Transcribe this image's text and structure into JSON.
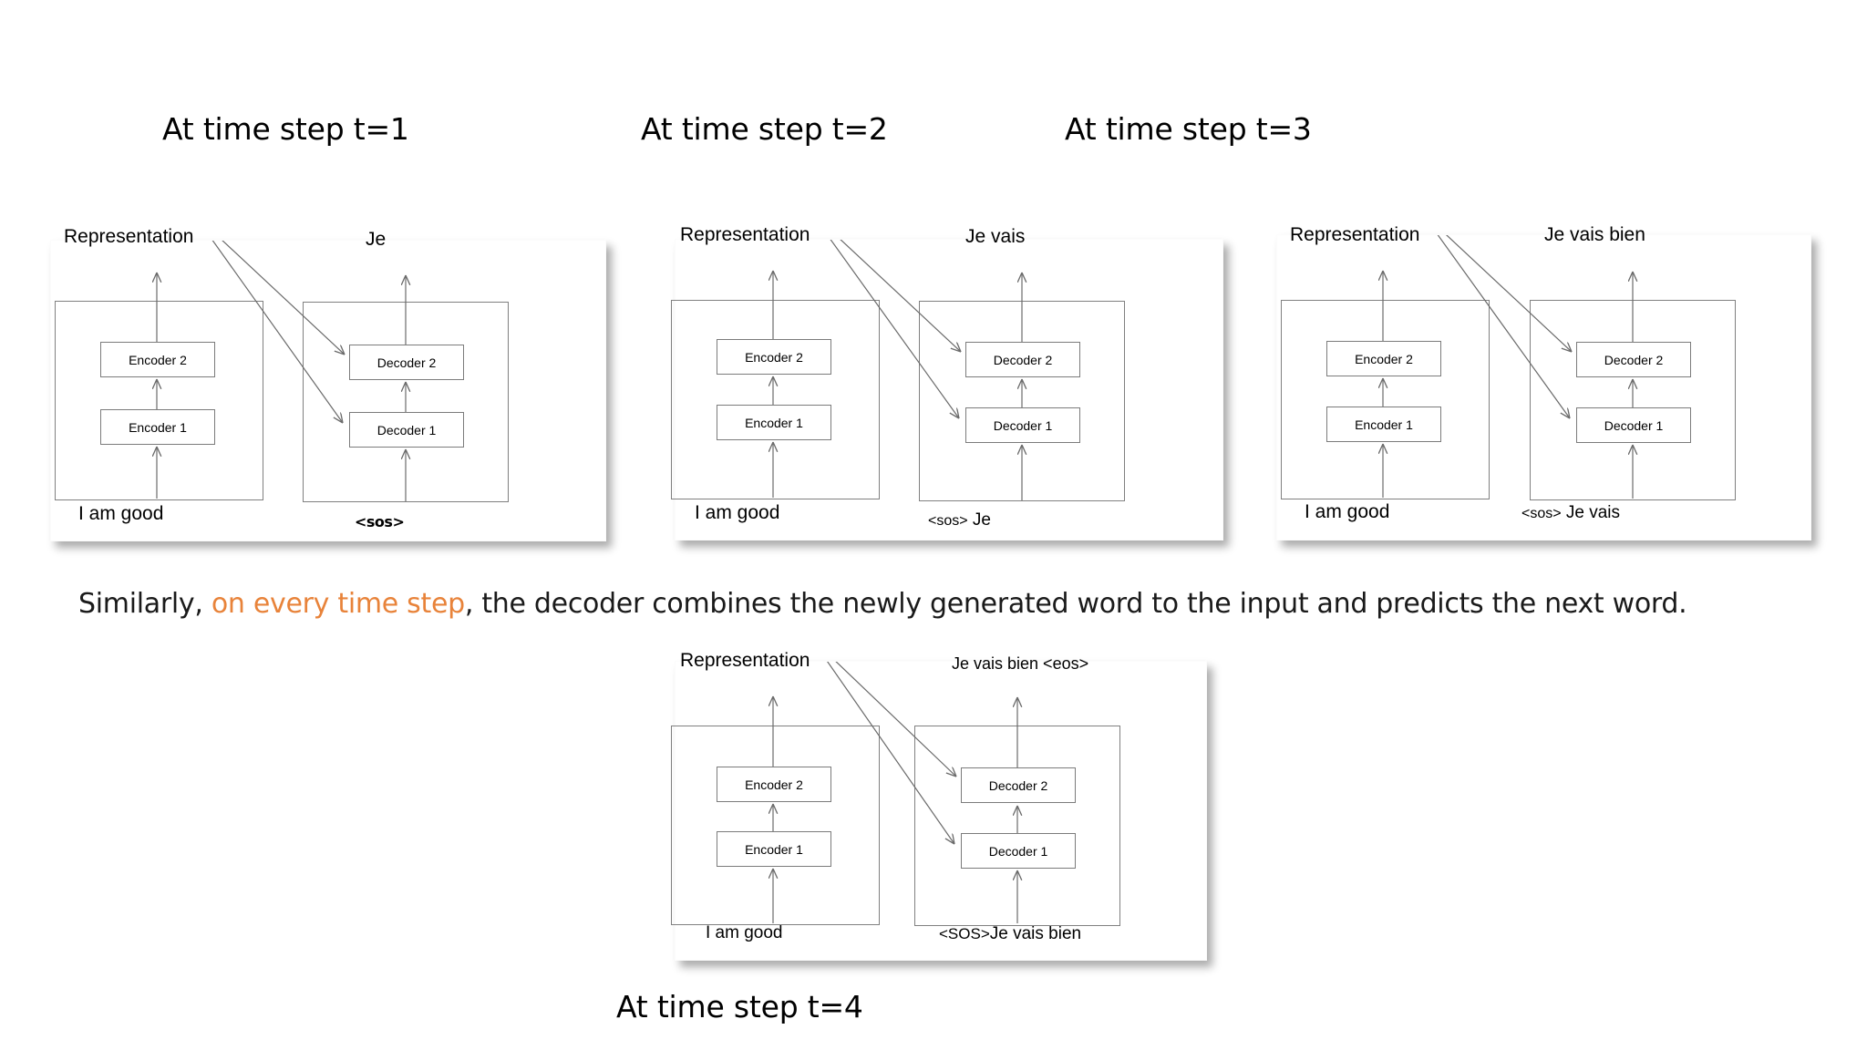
{
  "slide": {
    "caption": {
      "lead": "Similarly, ",
      "highlight": "on every time step",
      "rest": ", the decoder combines the newly generated word to the input and predicts the next word.",
      "highlight_color": "#E8833A"
    },
    "labels": {
      "representation": "Representation",
      "encoder_2": "Encoder 2",
      "encoder_1": "Encoder 1",
      "decoder_2": "Decoder 2",
      "decoder_1": "Decoder 1",
      "source_sentence": "I am good",
      "sos_token": "<sos>"
    },
    "panels": [
      {
        "id": "t1",
        "title": "At time step t=1",
        "title_position": "above",
        "encoder_input": "I am good",
        "encoder_output": "Representation",
        "decoder_output": "Je",
        "decoder_input_sos": "<sos>",
        "decoder_input_words": "",
        "encoder_layers": [
          "Encoder 1",
          "Encoder 2"
        ],
        "decoder_layers": [
          "Decoder 1",
          "Decoder 2"
        ]
      },
      {
        "id": "t2",
        "title": "At time step t=2",
        "title_position": "above",
        "encoder_input": "I am good",
        "encoder_output": "Representation",
        "decoder_output": "Je vais",
        "decoder_input_sos": "<sos>",
        "decoder_input_words": " Je",
        "encoder_layers": [
          "Encoder 1",
          "Encoder 2"
        ],
        "decoder_layers": [
          "Decoder 1",
          "Decoder 2"
        ]
      },
      {
        "id": "t3",
        "title": "At time step t=3",
        "title_position": "above",
        "encoder_input": "I am good",
        "encoder_output": "Representation",
        "decoder_output": "Je vais bien",
        "decoder_input_sos": "<sos>",
        "decoder_input_words": " Je vais",
        "encoder_layers": [
          "Encoder 1",
          "Encoder 2"
        ],
        "decoder_layers": [
          "Decoder 1",
          "Decoder 2"
        ]
      },
      {
        "id": "t4",
        "title": "At time step t=4",
        "title_position": "below",
        "encoder_input": "I am good",
        "encoder_output": "Representation",
        "decoder_output": "Je vais bien <eos>",
        "decoder_input_sos": "<SOS>",
        "decoder_input_words": "Je vais bien",
        "encoder_layers": [
          "Encoder 1",
          "Encoder 2"
        ],
        "decoder_layers": [
          "Decoder 1",
          "Decoder 2"
        ]
      }
    ]
  }
}
